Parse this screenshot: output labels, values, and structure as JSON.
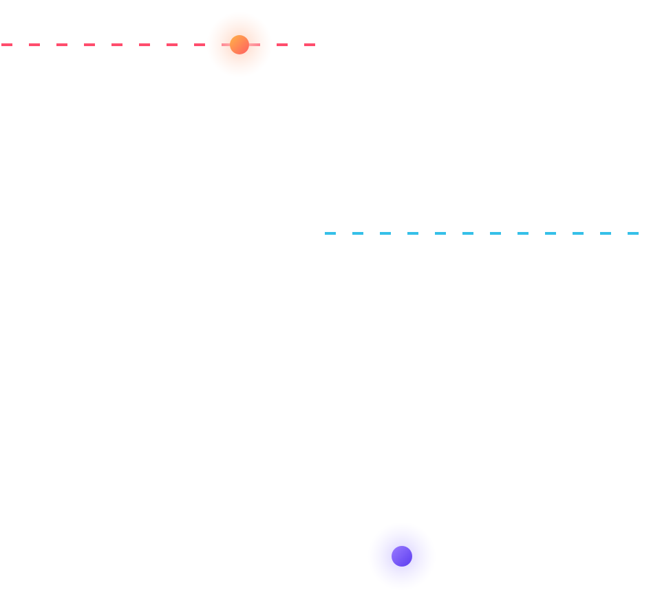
{
  "diagram": {
    "frames": [
      {
        "name": "frame-top-left",
        "gradient": [
          "#ff4d6d",
          "#ff8c42",
          "#f5c542",
          "#e8d44d"
        ],
        "accent": "#ff5a5f"
      },
      {
        "name": "frame-bottom-right",
        "gradient": [
          "#2bc0e4",
          "#3a8bf0",
          "#3556e8"
        ],
        "accent": "#3556e8"
      }
    ],
    "connectors": [
      {
        "name": "connector-top-right-fade",
        "color": "#ff8fa0"
      },
      {
        "name": "connector-left-mid-fade",
        "color": "#c8c8f0"
      }
    ],
    "nodes": [
      {
        "name": "node-orange",
        "colors": [
          "#ffb347",
          "#ff5e62"
        ],
        "glow": "#ffd6c8"
      },
      {
        "name": "node-purple",
        "colors": [
          "#8e6cff",
          "#5b3cf0"
        ],
        "glow": "#d9d2ff"
      }
    ]
  }
}
